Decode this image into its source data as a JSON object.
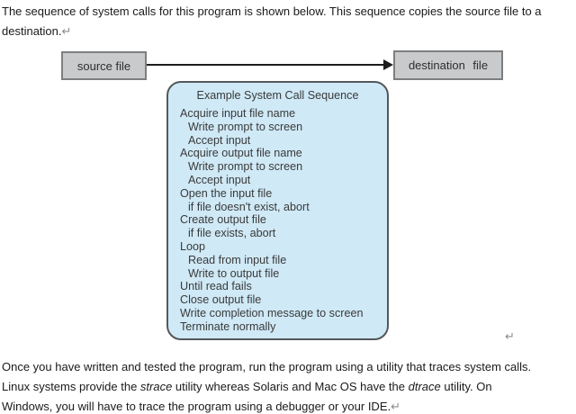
{
  "colors": {
    "text": "#1a1a1a",
    "diagram_text": "#333333",
    "box_fill": "#c9cacc",
    "box_border": "#7c7e80",
    "callout_fill": "#cfe9f6",
    "callout_border": "#54585b",
    "return_mark": "#8c8c8c",
    "arrow": "#1c1c1c"
  },
  "page": {
    "intro": {
      "lines": [
        [
          {
            "t": "The sequence of system calls for this program is shown below. This sequence copies the source file to a"
          }
        ],
        [
          {
            "t": "destination."
          },
          {
            "t": "↵",
            "m": true
          }
        ]
      ]
    },
    "outro": {
      "lines": [
        [
          {
            "t": "Once you have written and tested the program, run the program using a utility that traces system calls."
          }
        ],
        [
          {
            "t": "Linux systems provide the "
          },
          {
            "t": "strace",
            "i": true
          },
          {
            "t": " utility whereas Solaris and Mac OS have the "
          },
          {
            "t": "dtrace",
            "i": true
          },
          {
            "t": " utility. On"
          }
        ],
        [
          {
            "t": "Windows, you will have to trace the program using a debugger or your IDE."
          },
          {
            "t": "↵",
            "m": true
          }
        ]
      ]
    },
    "stray_return_mark": "↵"
  },
  "diagram": {
    "source_box_label": "source file",
    "destination_box_label": "destination file",
    "sequence": {
      "title": "Example System Call Sequence",
      "items": [
        {
          "text": "Acquire input file name",
          "indent": 0
        },
        {
          "text": "Write prompt to screen",
          "indent": 1
        },
        {
          "text": "Accept input",
          "indent": 1
        },
        {
          "text": "Acquire output file name",
          "indent": 0
        },
        {
          "text": "Write prompt to screen",
          "indent": 1
        },
        {
          "text": "Accept input",
          "indent": 1
        },
        {
          "text": "Open the input file",
          "indent": 0
        },
        {
          "text": "if file doesn't exist, abort",
          "indent": 1
        },
        {
          "text": "Create output file",
          "indent": 0
        },
        {
          "text": "if file exists, abort",
          "indent": 1
        },
        {
          "text": "Loop",
          "indent": 0
        },
        {
          "text": "Read from input file",
          "indent": 1
        },
        {
          "text": "Write to output file",
          "indent": 1
        },
        {
          "text": "Until read fails",
          "indent": 0
        },
        {
          "text": "Close output file",
          "indent": 0
        },
        {
          "text": "Write completion message to screen",
          "indent": 0
        },
        {
          "text": "Terminate normally",
          "indent": 0
        }
      ]
    }
  }
}
